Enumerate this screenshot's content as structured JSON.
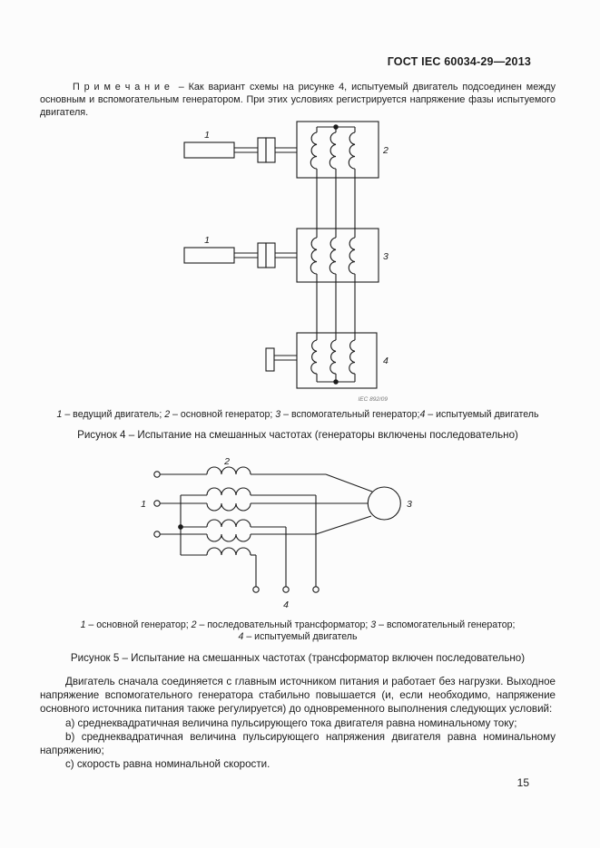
{
  "page": {
    "header": "ГОСТ IEC 60034-29—2013",
    "page_number": "15"
  },
  "note": {
    "label": "П р и м е ч а н и е",
    "text": "– Как вариант схемы на рисунке 4, испытуемый двигатель подсоединен между основным и вспомогательным генератором. При этих условиях регистрируется напряжение фазы испытуемого двигателя."
  },
  "figure4": {
    "labels": {
      "drive_motor": "1",
      "main_generator": "2",
      "aux_generator": "3",
      "test_motor": "4"
    },
    "iec_mark": "IEC  892/09",
    "caption_parts": [
      {
        "t": "1",
        "i": 1
      },
      {
        "t": " – ведущий двигатель; ",
        "i": 0
      },
      {
        "t": "2",
        "i": 1
      },
      {
        "t": " – основной генератор; ",
        "i": 0
      },
      {
        "t": "3",
        "i": 1
      },
      {
        "t": " – вспомогательный генератор;",
        "i": 0
      },
      {
        "t": "4",
        "i": 1
      },
      {
        "t": " – испытуемый двигатель",
        "i": 0
      }
    ],
    "title": "Рисунок 4 – Испытание на смешанных частотах (генераторы включены последовательно)"
  },
  "figure5": {
    "labels": {
      "main_generator": "1",
      "series_transformer": "2",
      "aux_generator": "3",
      "test_motor": "4"
    },
    "caption_line1_parts": [
      {
        "t": "1",
        "i": 1
      },
      {
        "t": " – основной генератор; ",
        "i": 0
      },
      {
        "t": "2",
        "i": 1
      },
      {
        "t": " – последовательный трансформатор; ",
        "i": 0
      },
      {
        "t": "3",
        "i": 1
      },
      {
        "t": " – вспомогательный генератор;",
        "i": 0
      }
    ],
    "caption_line2_parts": [
      {
        "t": "4",
        "i": 1
      },
      {
        "t": " – испытуемый двигатель",
        "i": 0
      }
    ],
    "title": "Рисунок 5 – Испытание на смешанных частотах (трансформатор включен последовательно)"
  },
  "body": {
    "paragraph": "Двигатель сначала соединяется с главным источником питания и работает без нагрузки. Выходное напряжение вспомогательного генератора стабильно повышается (и, если необходимо, напряжение основного источника питания также регулируется) до одновременного выполнения следующих условий:",
    "items": [
      "a) среднеквадратичная величина пульсирующего тока двигателя равна номинальному току;",
      "b) среднеквадратичная величина пульсирующего напряжения двигателя равна номинальному напряжению;",
      "c) скорость равна номинальной скорости."
    ]
  }
}
